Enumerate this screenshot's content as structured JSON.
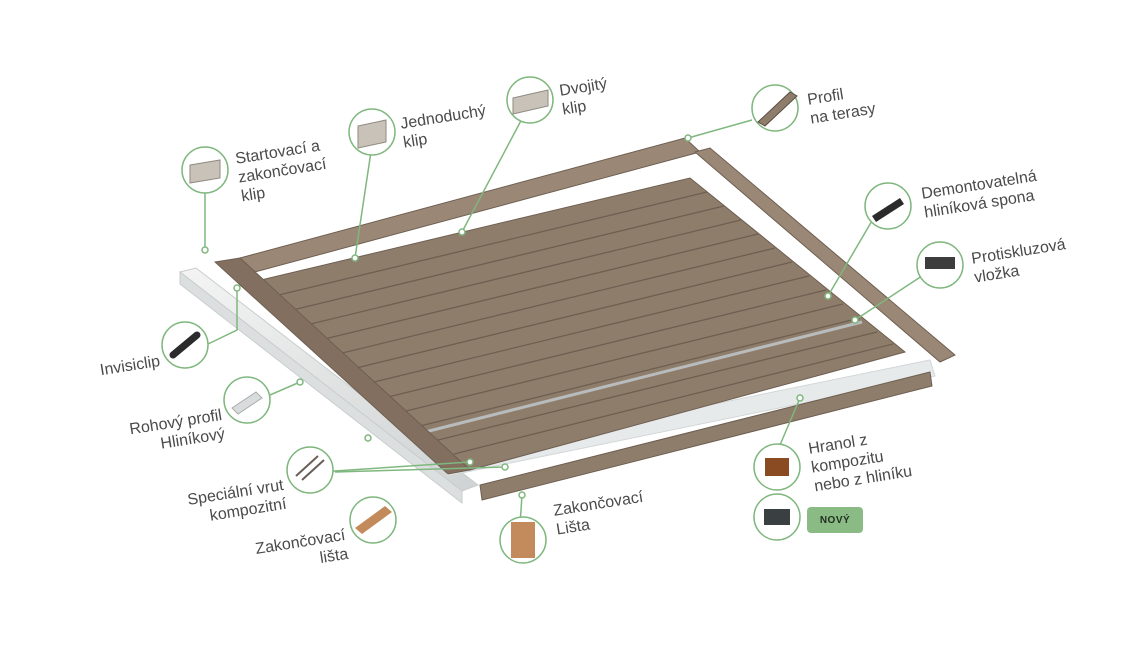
{
  "accent_color": "#7fb77e",
  "board_color": "#8f7d6c",
  "board_dark_color": "#6e5f51",
  "support_color": "#e8ecec",
  "labels": {
    "startovaci": [
      "Startovací a",
      "zakončovací",
      "klip"
    ],
    "jednoduchy": [
      "Jednoduchý",
      "klip"
    ],
    "dvojity": [
      "Dvojitý",
      "klip"
    ],
    "profil_terasy": [
      "Profil",
      "na terasy"
    ],
    "demontovatelna": [
      "Demontovatelná",
      "hliníková spona"
    ],
    "protiskluzova": [
      "Protiskluzová",
      "vložka"
    ],
    "invisiclip": [
      "Invisiclip"
    ],
    "rohovy": [
      "Rohový profil",
      "Hliníkový"
    ],
    "vrut": [
      "Speciální vrut",
      "kompozitní"
    ],
    "zakoncovaci_lista_left": [
      "Zakončovací",
      "lišta"
    ],
    "zakoncovaci_lista_bottom": [
      "Zakončovací",
      "Lišta"
    ],
    "hranol": [
      "Hranol z",
      "kompozitu",
      "nebo z hliníku"
    ]
  },
  "badge": {
    "text": "NOVÝ"
  },
  "icons": {
    "startovaci": "start-end-clip-icon",
    "jednoduchy": "single-clip-icon",
    "dvojity": "double-clip-icon",
    "profil_terasy": "decking-profile-icon",
    "demontovatelna": "aluminium-clamp-icon",
    "protiskluzova": "anti-slip-insert-icon",
    "invisiclip": "invisiclip-icon",
    "rohovy": "corner-profile-icon",
    "vrut": "screws-icon",
    "zakoncovaci_lista_left": "end-strip-icon",
    "zakoncovaci_lista_bottom": "end-strip-front-icon",
    "hranol_composite": "composite-joist-icon",
    "hranol_aluminium": "aluminium-joist-icon"
  }
}
